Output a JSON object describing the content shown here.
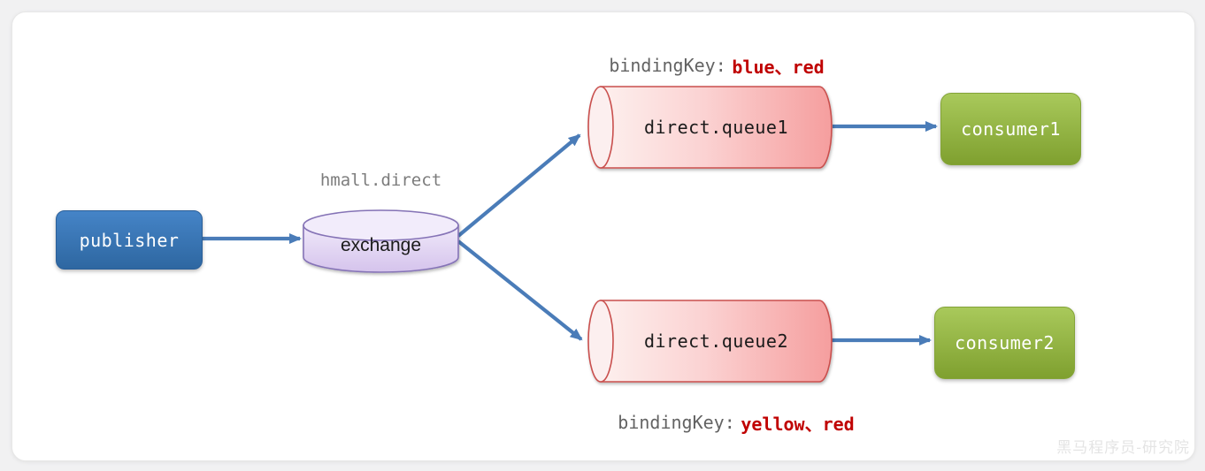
{
  "diagram": {
    "publisher": {
      "label": "publisher"
    },
    "exchange": {
      "name": "hmall.direct",
      "label": "exchange"
    },
    "queue1": {
      "label": "direct.queue1",
      "binding_label": "bindingKey:",
      "binding_keys": "blue、red"
    },
    "queue2": {
      "label": "direct.queue2",
      "binding_label": "bindingKey:",
      "binding_keys": "yellow、red"
    },
    "consumer1": {
      "label": "consumer1"
    },
    "consumer2": {
      "label": "consumer2"
    },
    "watermark": "黑马程序员-研究院",
    "colors": {
      "arrow": "#4A7CB8",
      "queue_border": "#C9504E",
      "queue_grad": {
        "0": "#FDF0EE",
        "1": "#FBD2D2",
        "2": "#F59E9E"
      },
      "queue_cap_fill": "#FCEFEF",
      "exchange_border": "#8573B6",
      "exchange_grad": {
        "0": "#F0E9FA",
        "1": "#D5C3EC"
      },
      "exchange_top_fill": "#F2ECFB",
      "publisher_grad": {
        "0": "#4584C7",
        "1": "#2E67A1"
      },
      "consumer_grad": {
        "0": "#A9C95B",
        "1": "#7FA02F"
      },
      "binding_red": "#C00000",
      "label_gray": "#7D7D7D"
    }
  }
}
